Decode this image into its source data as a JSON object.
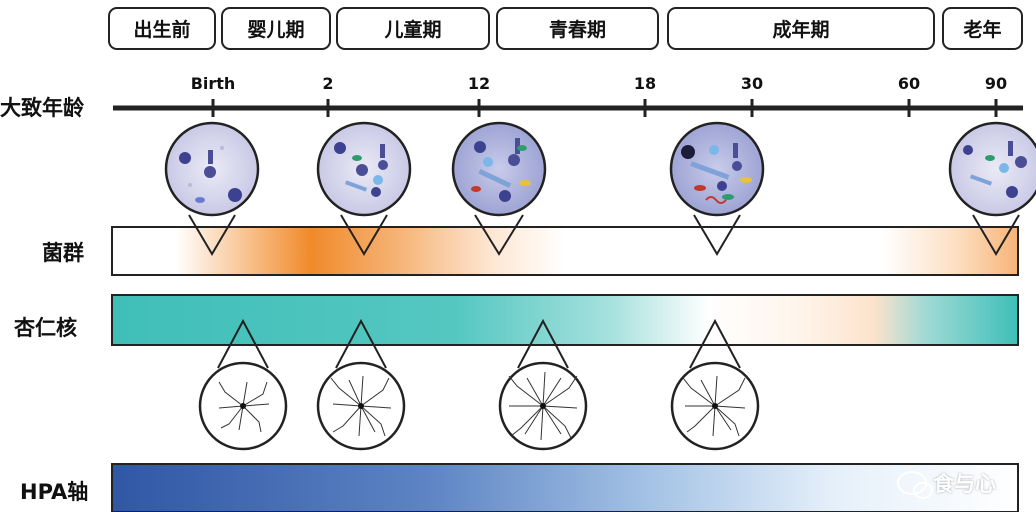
{
  "stages": [
    "出生前",
    "婴儿期",
    "儿童期",
    "青春期",
    "成年期",
    "老年"
  ],
  "axis": {
    "label": "大致年龄",
    "ticks": [
      "Birth",
      "2",
      "12",
      "18",
      "30",
      "60",
      "90"
    ]
  },
  "rows": {
    "microbiota": "菌群",
    "amygdala": "杏仁核",
    "hpa": "HPA轴"
  },
  "colors": {
    "microbiota_bar": "#f08a2a",
    "amygdala_bar": "#3fbfb8",
    "hpa_bar": "#2f57a4"
  },
  "watermark": "食与心"
}
